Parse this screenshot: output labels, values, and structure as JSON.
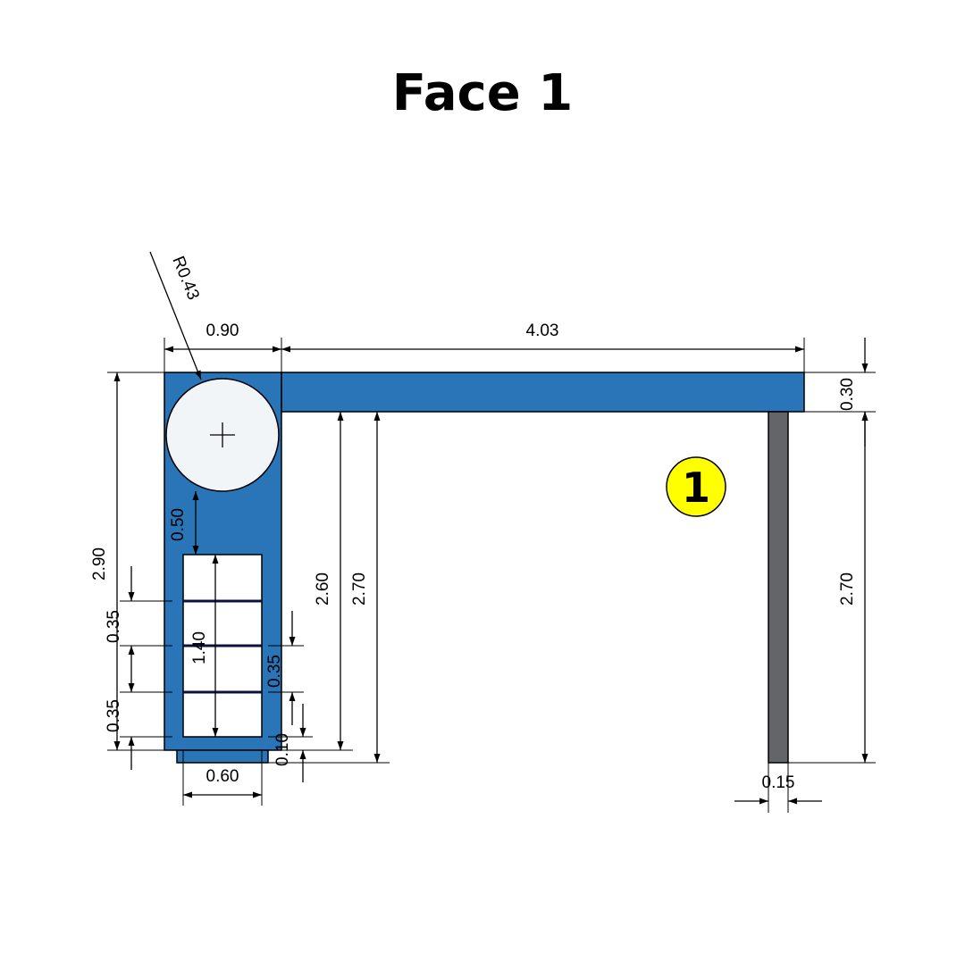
{
  "title": "Face 1",
  "colors": {
    "panel": "#2a74b8",
    "post": "#636569",
    "badge": "#ffff00",
    "circle_fill": "#f2f5f8",
    "divider": "#101040"
  },
  "badge": {
    "label": "1"
  },
  "radius_label": "R0.43",
  "dimensions": {
    "top_left_width": "0.90",
    "top_beam_length": "4.03",
    "beam_thickness": "0.30",
    "overall_height_left": "2.90",
    "circle_gap": "0.50",
    "slot_height_left": "0.35",
    "slot_height_left_bottom": "0.35",
    "slot_stack": "1.40",
    "slot_height_right": "0.35",
    "base_offset": "0.10",
    "base_width": "0.60",
    "inner_height_a": "2.60",
    "inner_height_b": "2.70",
    "post_height": "2.70",
    "post_width": "0.15"
  }
}
